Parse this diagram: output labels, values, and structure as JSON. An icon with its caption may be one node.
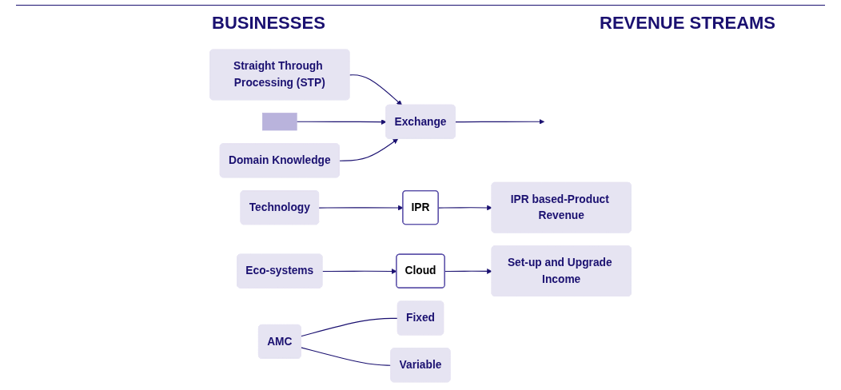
{
  "diagram": {
    "nodes": [
      {
        "text": [
          "Straight Through Processing (STP)"
        ]
      },
      {
        "text": [],
        "shape": "plus"
      },
      {
        "text": [
          "Domain Knowledge"
        ]
      },
      {
        "text": [
          "Technology"
        ]
      },
      {
        "text": [
          "Exchange"
        ]
      },
      {
        "text": [
          "Eco-systems"
        ]
      },
      {
        "text": [
          "IPR"
        ]
      },
      {
        "text": [
          "Cloud"
        ]
      },
      {
        "text": [
          "IPR based-Product Revenue"
        ]
      },
      {
        "text": [
          "Set-up and Upgrade Income"
        ]
      },
      {
        "text": [
          "AMC"
        ]
      },
      {
        "text": [
          "Fixed"
        ]
      },
      {
        "text": [
          "Variable"
        ]
      }
    ],
    "edges": [
      {
        "from": 0,
        "to": 4,
        "arrow": "to"
      },
      {
        "from": 1,
        "to": 4,
        "arrow": "to"
      },
      {
        "from": 2,
        "to": 4,
        "arrow": "to"
      },
      {
        "from": 3,
        "to": 6,
        "arrow": "to"
      },
      {
        "from": 4,
        "to": null,
        "arrow": "to"
      },
      {
        "from": 5,
        "to": 7,
        "arrow": "to"
      },
      {
        "from": 6,
        "to": 8,
        "arrow": "to"
      },
      {
        "from": 7,
        "to": 9,
        "arrow": "to"
      },
      {
        "from": 10,
        "to": 11,
        "arrow": "none"
      },
      {
        "from": 10,
        "to": 12,
        "arrow": "none"
      }
    ],
    "labels": [
      "BUSINESSES",
      "REVENUE STREAMS"
    ]
  }
}
